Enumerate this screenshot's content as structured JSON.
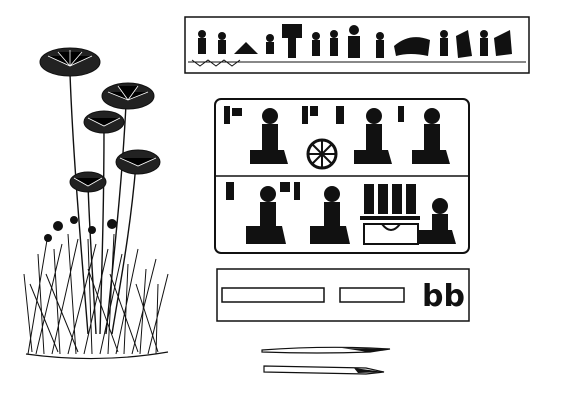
{
  "palette": {
    "inscription": "bb"
  },
  "colors": {
    "ink": "#111111",
    "paper": "#ffffff"
  },
  "figures": [
    {
      "id": "papyrus-plant",
      "icon": "papyrus-plant-illustration"
    },
    {
      "id": "procession-frieze",
      "icon": "procession-frieze-illustration"
    },
    {
      "id": "scribes-relief",
      "icon": "scribes-relief-illustration"
    },
    {
      "id": "scribe-palette",
      "icon": "scribe-palette-illustration"
    },
    {
      "id": "reed-pens",
      "icon": "reed-pen-icon"
    }
  ]
}
